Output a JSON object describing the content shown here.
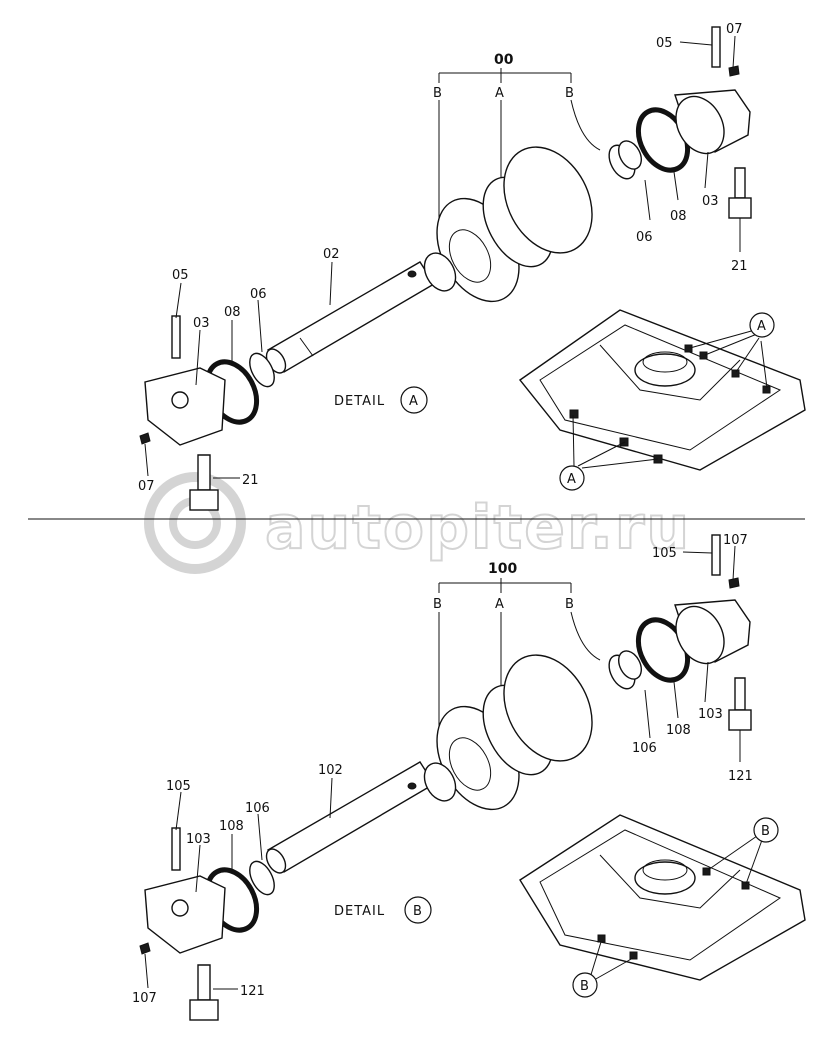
{
  "watermark": {
    "text": "autopiter.ru"
  },
  "upper": {
    "assembly": "00",
    "bracket": [
      "B",
      "A",
      "B"
    ],
    "parts": {
      "p05_top": "05",
      "p07_top": "07",
      "p03_top": "03",
      "p08_top": "08",
      "p06_top": "06",
      "p21_top": "21",
      "p02": "02",
      "p05_left": "05",
      "p03_left": "03",
      "p08_left": "08",
      "p06_left": "06",
      "p07_left": "07",
      "p21_left": "21"
    },
    "detail": {
      "label": "DETAIL",
      "letter": "A"
    },
    "callout": "A"
  },
  "lower": {
    "assembly": "100",
    "bracket": [
      "B",
      "A",
      "B"
    ],
    "parts": {
      "p105_top": "105",
      "p107_top": "107",
      "p103_top": "103",
      "p108_top": "108",
      "p106_top": "106",
      "p121_top": "121",
      "p102": "102",
      "p105_left": "105",
      "p103_left": "103",
      "p108_left": "108",
      "p106_left": "106",
      "p107_left": "107",
      "p121_left": "121"
    },
    "detail": {
      "label": "DETAIL",
      "letter": "B"
    },
    "callout": "B"
  }
}
